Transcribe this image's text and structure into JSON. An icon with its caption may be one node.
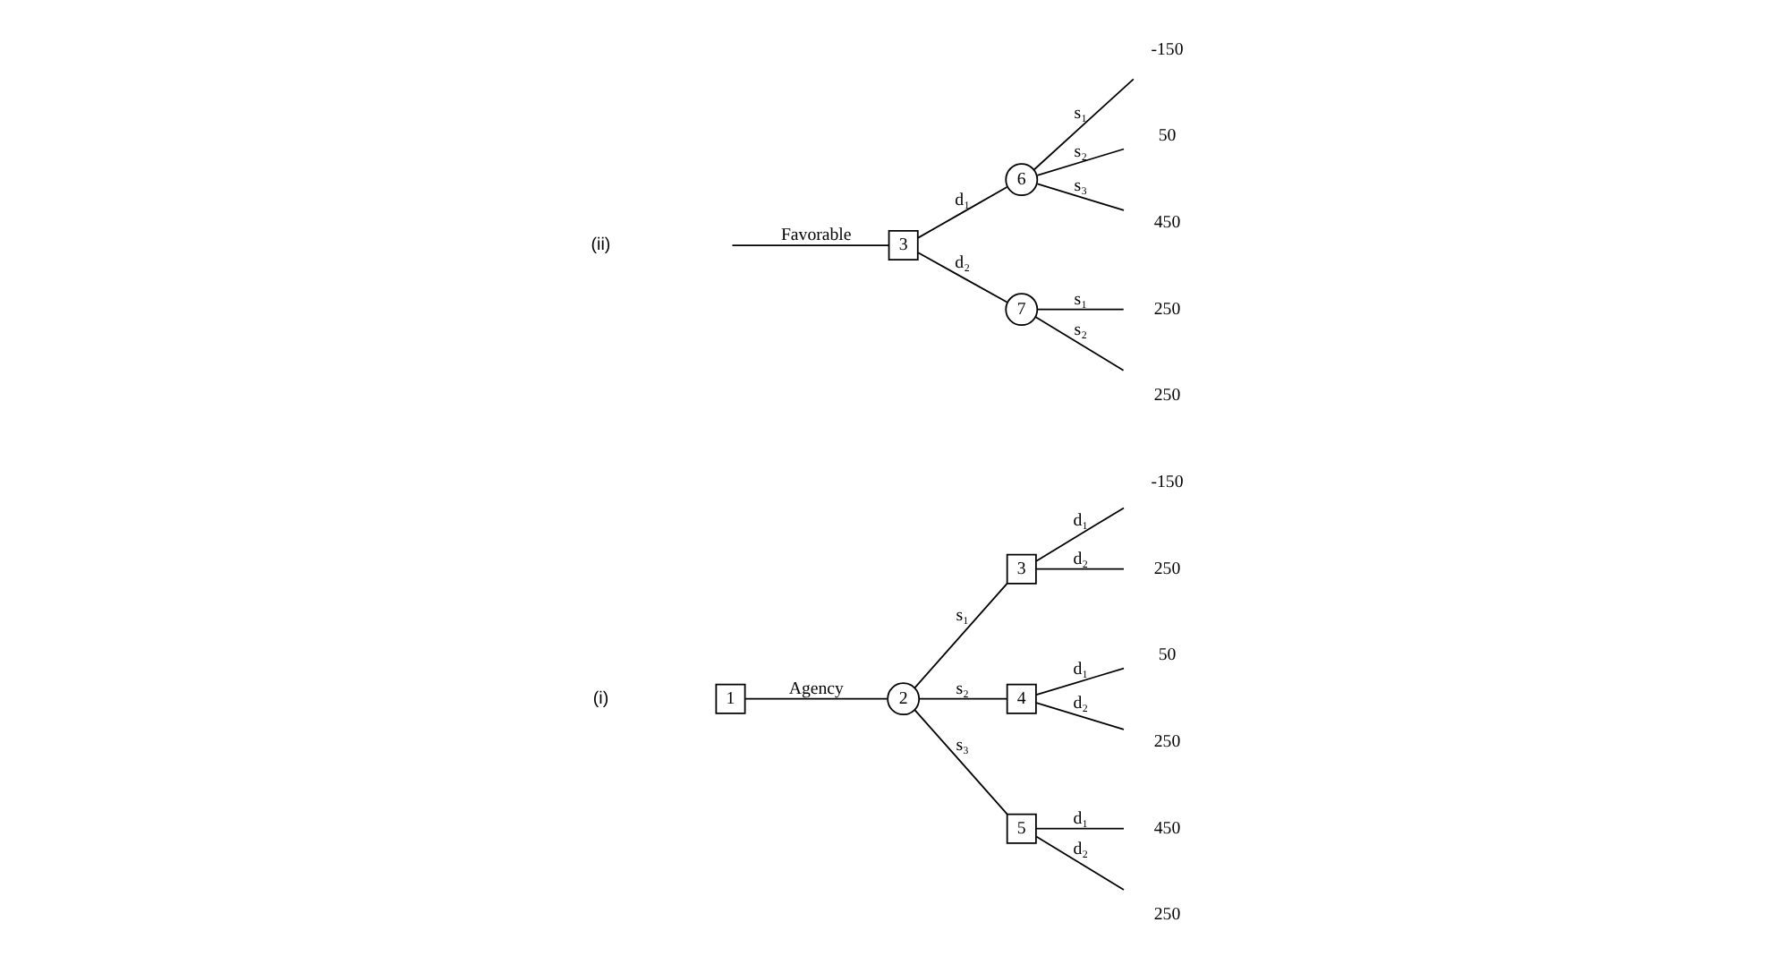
{
  "diagram": {
    "nodes": [
      {
        "text": [
          "1"
        ]
      },
      {
        "text": [
          "2"
        ]
      },
      {
        "text": [
          "3"
        ]
      },
      {
        "text": [
          "4"
        ]
      },
      {
        "text": [
          "5"
        ]
      },
      {
        "text": [
          "-150"
        ]
      },
      {
        "text": [
          "250"
        ]
      },
      {
        "text": [
          "50"
        ]
      },
      {
        "text": [
          "250"
        ]
      },
      {
        "text": [
          "450"
        ]
      },
      {
        "text": [
          "250"
        ]
      },
      {
        "text": [
          "3"
        ]
      },
      {
        "text": [
          "6"
        ]
      },
      {
        "text": [
          "7"
        ]
      },
      {
        "text": [
          "-150"
        ]
      },
      {
        "text": [
          "50"
        ]
      },
      {
        "text": [
          "450"
        ]
      },
      {
        "text": [
          "250"
        ]
      },
      {
        "text": [
          "250"
        ]
      }
    ],
    "edges": [
      {
        "from": 0,
        "to": 1,
        "arrow": "none",
        "label": "Agency"
      },
      {
        "from": 1,
        "to": 2,
        "arrow": "none",
        "label": "s₁"
      },
      {
        "from": 1,
        "to": 3,
        "arrow": "none",
        "label": "s₂"
      },
      {
        "from": 1,
        "to": 4,
        "arrow": "none",
        "label": "s₃"
      },
      {
        "from": 2,
        "to": 5,
        "arrow": "none",
        "label": "d₁"
      },
      {
        "from": 2,
        "to": 6,
        "arrow": "none",
        "label": "d₂"
      },
      {
        "from": 3,
        "to": 7,
        "arrow": "none",
        "label": "d₁"
      },
      {
        "from": 3,
        "to": 8,
        "arrow": "none",
        "label": "d₂"
      },
      {
        "from": 4,
        "to": 9,
        "arrow": "none",
        "label": "d₁"
      },
      {
        "from": 4,
        "to": 10,
        "arrow": "none",
        "label": "d₂"
      },
      {
        "from": null,
        "to": 11,
        "arrow": "none",
        "label": "Favorable"
      },
      {
        "from": 11,
        "to": 12,
        "arrow": "none",
        "label": "d₁"
      },
      {
        "from": 11,
        "to": 13,
        "arrow": "none",
        "label": "d₂"
      },
      {
        "from": 12,
        "to": 14,
        "arrow": "none",
        "label": "s₁"
      },
      {
        "from": 12,
        "to": 15,
        "arrow": "none",
        "label": "s₂"
      },
      {
        "from": 12,
        "to": 16,
        "arrow": "none",
        "label": "s₃"
      },
      {
        "from": 13,
        "to": 17,
        "arrow": "none",
        "label": "s₁"
      },
      {
        "from": 13,
        "to": 18,
        "arrow": "none",
        "label": "s₂"
      }
    ],
    "labels": [
      "(i)",
      "(ii)"
    ]
  }
}
